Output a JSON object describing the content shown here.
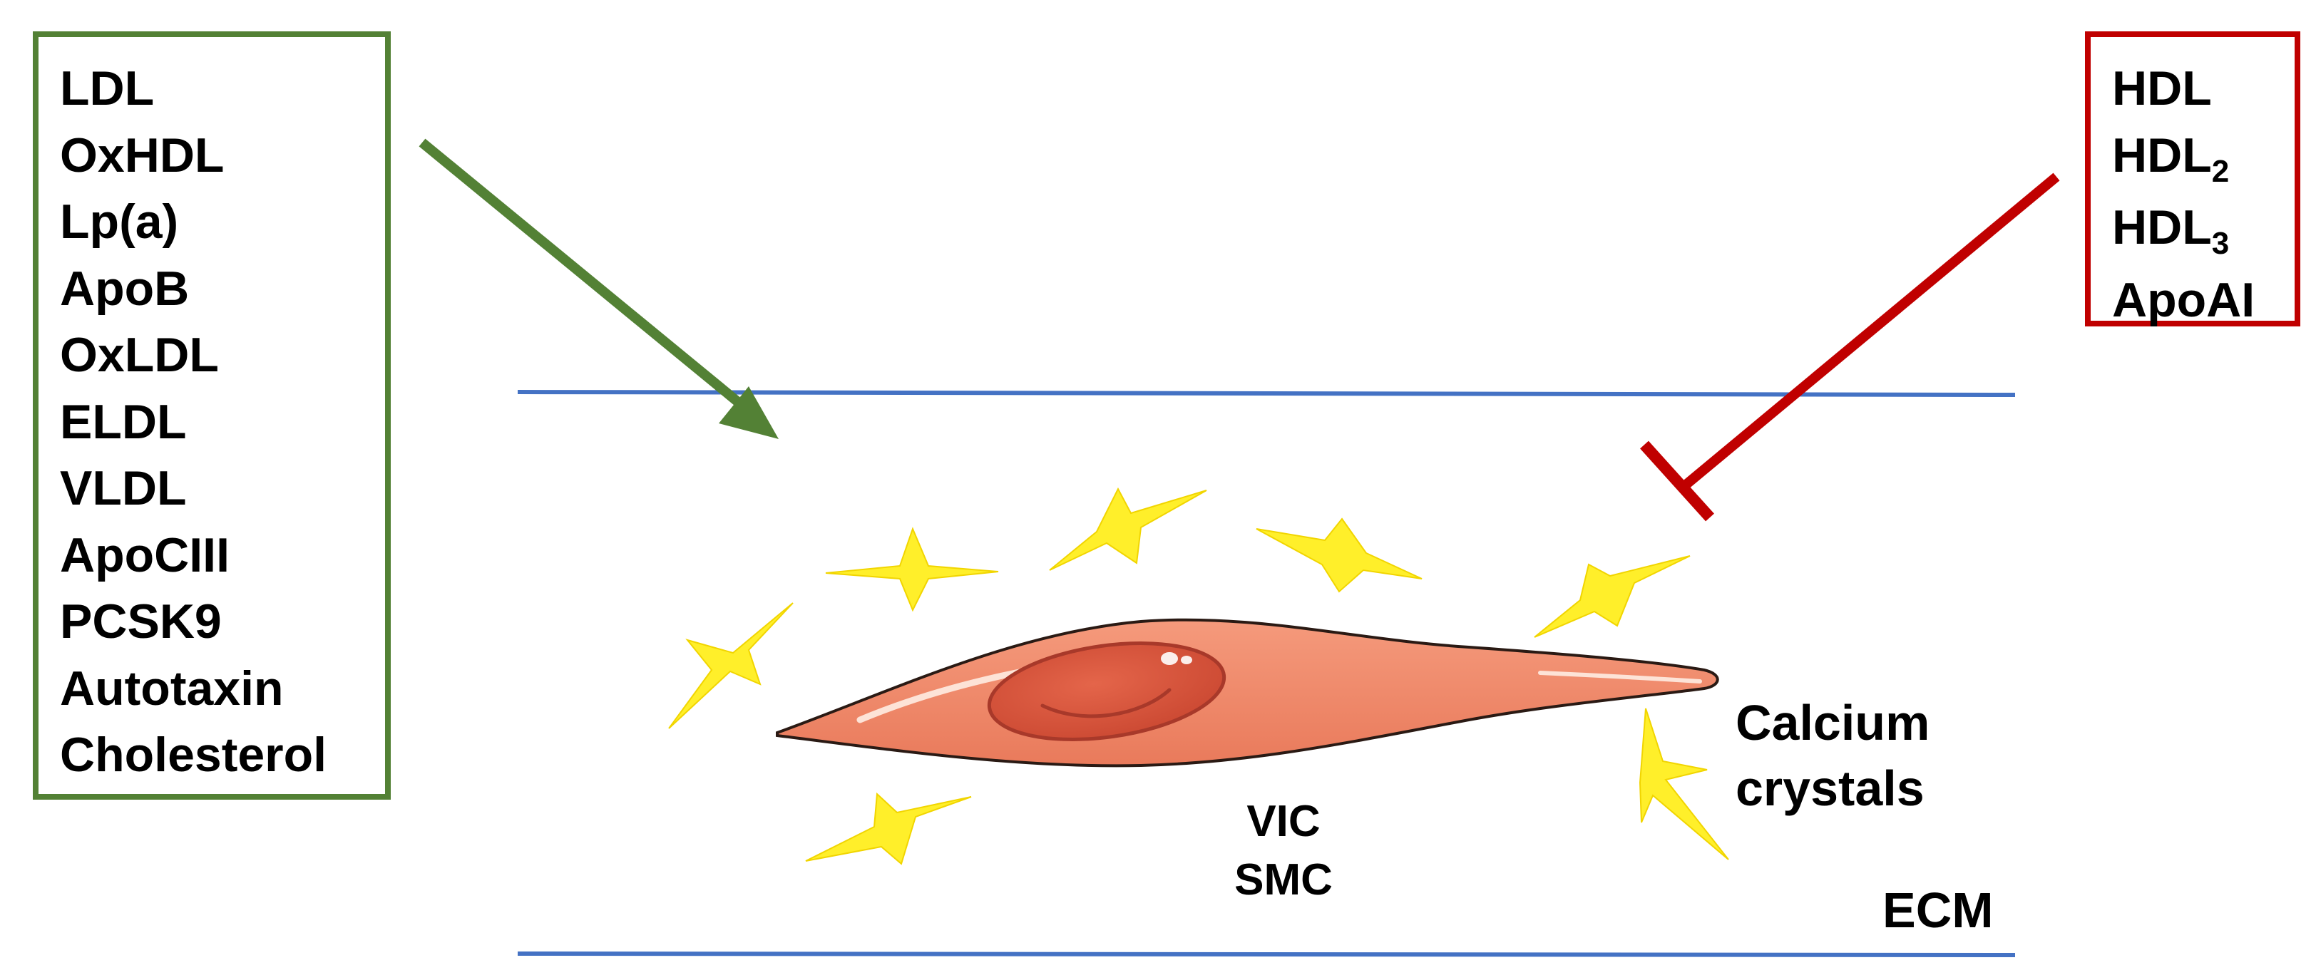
{
  "promoters": {
    "items": [
      "LDL",
      "OxHDL",
      "Lp(a)",
      "ApoB",
      "OxLDL",
      "ELDL",
      "VLDL",
      "ApoCIII",
      "PCSK9",
      "Autotaxin",
      "Cholesterol"
    ],
    "color": "#538135"
  },
  "inhibitors": {
    "items": [
      {
        "base": "HDL",
        "sub": ""
      },
      {
        "base": "HDL",
        "sub": "2"
      },
      {
        "base": "HDL",
        "sub": "3"
      },
      {
        "base": "ApoAI",
        "sub": ""
      }
    ],
    "color": "#c00000"
  },
  "cell": {
    "line1": "VIC",
    "line2": "SMC",
    "body_color": "#f08a6a",
    "nucleus_color": "#d9573d"
  },
  "crystals": {
    "line1": "Calcium",
    "line2": "crystals",
    "color": "#ffef2a"
  },
  "matrix": {
    "label": "ECM",
    "line_color": "#4472c4"
  }
}
